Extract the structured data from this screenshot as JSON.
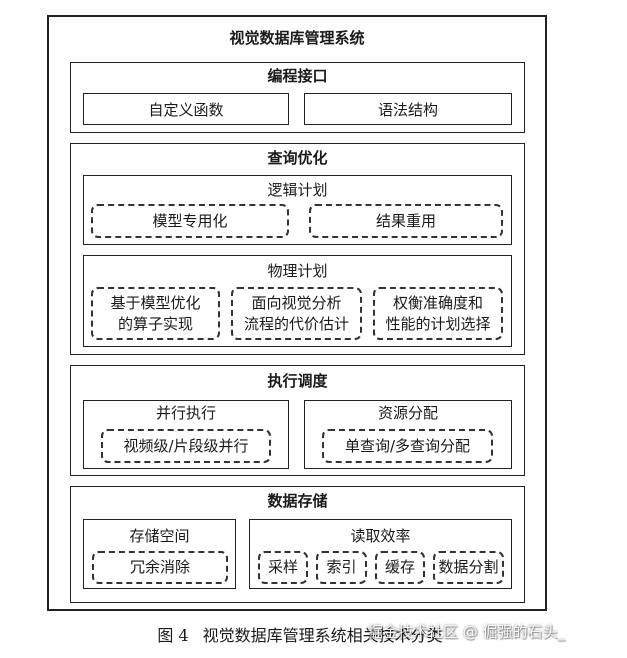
{
  "title": "视觉数据库管理系统",
  "programming": {
    "title": "编程接口",
    "items": [
      "自定义函数",
      "语法结构"
    ]
  },
  "query": {
    "title": "查询优化",
    "logical": {
      "title": "逻辑计划",
      "items": [
        "模型专用化",
        "结果重用"
      ]
    },
    "physical": {
      "title": "物理计划",
      "items": [
        [
          "基于模型优化",
          "的算子实现"
        ],
        [
          "面向视觉分析",
          "流程的代价估计"
        ],
        [
          "权衡准确度和",
          "性能的计划选择"
        ]
      ]
    }
  },
  "execution": {
    "title": "执行调度",
    "parallel": {
      "title": "并行执行",
      "item": "视频级/片段级并行"
    },
    "resource": {
      "title": "资源分配",
      "item": "单查询/多查询分配"
    }
  },
  "storage": {
    "title": "数据存储",
    "space": {
      "title": "存储空间",
      "item": "冗余消除"
    },
    "read": {
      "title": "读取效率",
      "items": [
        "采样",
        "索引",
        "缓存",
        "数据分割"
      ]
    }
  },
  "caption": {
    "figure": "图 4",
    "text": "视觉数据库管理系统相关技术分类"
  },
  "watermark": "掘金技术社区 @ 倔强的石头_"
}
